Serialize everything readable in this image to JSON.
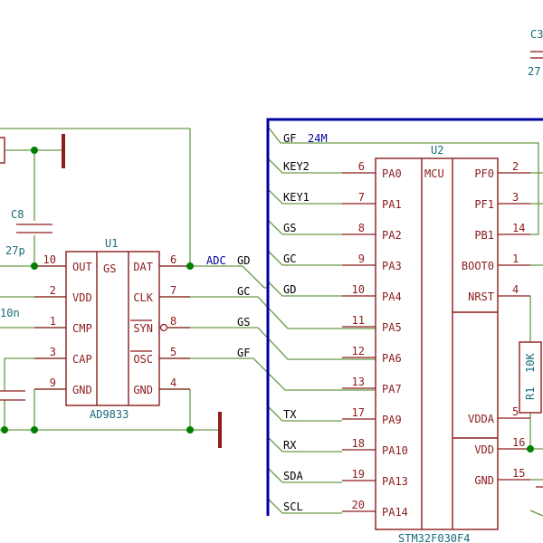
{
  "colors": {
    "wire": "#6a9a46",
    "bus": "#0000a0",
    "component": "#8c1c1c",
    "reference": "#1a6b7a",
    "junction": "#008000"
  },
  "u1": {
    "ref": "U1",
    "part": "AD9833",
    "unit_label": "GS",
    "left_pins": [
      {
        "name": "OUT",
        "num": "10"
      },
      {
        "name": "VDD",
        "num": "2"
      },
      {
        "name": "CMP",
        "num": "1"
      },
      {
        "name": "CAP",
        "num": "3"
      },
      {
        "name": "GND",
        "num": "9"
      }
    ],
    "right_pins": [
      {
        "name": "DAT",
        "num": "6"
      },
      {
        "name": "CLK",
        "num": "7"
      },
      {
        "name": "SYN",
        "num": "8"
      },
      {
        "name": "OSC",
        "num": "5"
      },
      {
        "name": "GND",
        "num": "4"
      }
    ]
  },
  "u2": {
    "ref": "U2",
    "part": "STM32F030F4",
    "unit_label": "MCU",
    "left_pins": [
      {
        "name": "PA0",
        "num": "6"
      },
      {
        "name": "PA1",
        "num": "7"
      },
      {
        "name": "PA2",
        "num": "8"
      },
      {
        "name": "PA3",
        "num": "9"
      },
      {
        "name": "PA4",
        "num": "10"
      },
      {
        "name": "PA5",
        "num": "11"
      },
      {
        "name": "PA6",
        "num": "12"
      },
      {
        "name": "PA7",
        "num": "13"
      },
      {
        "name": "PA9",
        "num": "17"
      },
      {
        "name": "PA10",
        "num": "18"
      },
      {
        "name": "PA13",
        "num": "19"
      },
      {
        "name": "PA14",
        "num": "20"
      }
    ],
    "right_pins": [
      {
        "name": "PF0",
        "num": "2"
      },
      {
        "name": "PF1",
        "num": "3"
      },
      {
        "name": "PB1",
        "num": "14"
      },
      {
        "name": "BOOT0",
        "num": "1"
      },
      {
        "name": "NRST",
        "num": "4"
      },
      {
        "name": "VDDA",
        "num": "5"
      },
      {
        "name": "VDD",
        "num": "16"
      },
      {
        "name": "GND",
        "num": "15"
      }
    ]
  },
  "bus_labels": {
    "top": "GF",
    "top_sub": "24M",
    "left": [
      "KEY2",
      "KEY1",
      "GS",
      "GC",
      "GD",
      "TX",
      "RX",
      "SDA",
      "SCL"
    ]
  },
  "net_labels": {
    "adc": "ADC",
    "gd": "GD",
    "gc": "GC",
    "gs": "GS",
    "gf": "GF"
  },
  "c8": {
    "ref": "C8",
    "value": "27p"
  },
  "r1": {
    "ref": "R1",
    "value": "10K"
  },
  "c3": {
    "ref": "C3",
    "value": "27"
  },
  "partial_text": {
    "left_net": "10n"
  }
}
